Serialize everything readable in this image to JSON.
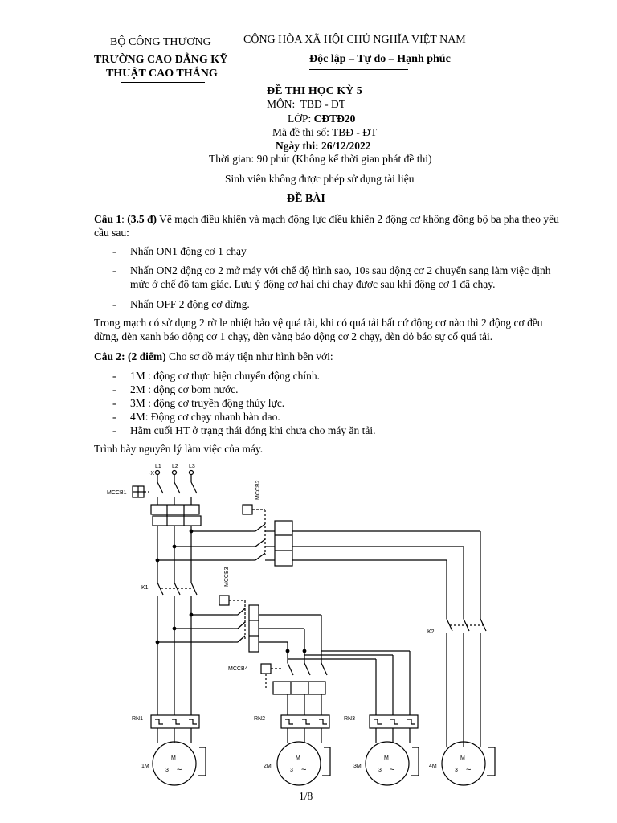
{
  "header": {
    "ministry": "BỘ CÔNG THƯƠNG",
    "school_line1": "TRƯỜNG CAO ĐẲNG KỸ",
    "school_line2": "THUẬT CAO THẮNG",
    "republic": "CỘNG HÒA XÃ HỘI CHỦ NGHĨA VIỆT NAM",
    "motto": "Độc lập – Tự do – Hạnh phúc"
  },
  "exam": {
    "title": "ĐỀ THI HỌC KỲ 5",
    "subject_label": "MÔN:",
    "subject": "TBĐ - ĐT",
    "class_label": "LỚP:",
    "class": "CĐTĐ20",
    "code_label": "Mã đề thi số:",
    "code": "TBĐ - ĐT",
    "date": "Ngày thi: 26/12/2022",
    "duration": "Thời gian: 90 phút (Không kể thời gian phát đề thi)",
    "rule": "Sinh viên không được phép sử dụng tài liệu",
    "section": "ĐỀ BÀI"
  },
  "q1": {
    "label": "Câu 1",
    "colon": ":",
    "points": "(3.5 đ)",
    "text": "Vẽ mạch điều khiển và mạch động lực điều khiển 2 động cơ không đồng bộ ba pha theo yêu cầu sau:",
    "items": [
      "Nhấn ON1 động cơ 1 chạy",
      "Nhấn ON2 động cơ 2 mở máy với chế độ hình sao, 10s sau động cơ 2 chuyển sang làm việc định mức ở chế độ tam giác. Lưu ý động cơ hai chỉ chạy được sau khi động cơ 1 đã chạy.",
      "Nhấn OFF 2 động cơ dừng."
    ],
    "note": "Trong mạch có sử dụng 2 rờ le nhiệt bảo vệ quá tải, khi có quá tải bất cứ động cơ nào thì 2 động cơ đều dừng, đèn xanh báo động cơ 1 chạy, đèn vàng báo động cơ 2 chạy, đèn đỏ báo sự cố quá tải."
  },
  "q2": {
    "label": "Câu 2:",
    "points": "(2 điểm)",
    "text": "Cho sơ đồ máy tiện như hình bên với:",
    "items": [
      "1M : động cơ thực hiện chuyển động chính.",
      "2M : động cơ bơm nước.",
      "3M : động cơ truyền động thủy lực.",
      "4M: Động cơ chạy nhanh bàn dao.",
      "Hãm cuối HT ở trạng thái đóng khi chưa cho máy ăn tải."
    ],
    "task": "Trình bày nguyên lý làm việc của máy."
  },
  "diagram": {
    "phases": [
      "L1",
      "L2",
      "L3"
    ],
    "mccb1": "MCCB1",
    "mccb2": "MCCB2",
    "mccb3": "MCCB3",
    "mccb4": "MCCB4",
    "k1": "K1",
    "k2": "K2",
    "relays": [
      "RN1",
      "RN2",
      "RN3"
    ],
    "motors": [
      {
        "name": "1M",
        "m": "M",
        "ph": "3",
        "ac": "~"
      },
      {
        "name": "2M",
        "m": "M",
        "ph": "3",
        "ac": "~"
      },
      {
        "name": "3M",
        "m": "M",
        "ph": "3",
        "ac": "~"
      },
      {
        "name": "4M",
        "m": "M",
        "ph": "3",
        "ac": "~"
      }
    ]
  },
  "footer": {
    "page": "1/8"
  }
}
